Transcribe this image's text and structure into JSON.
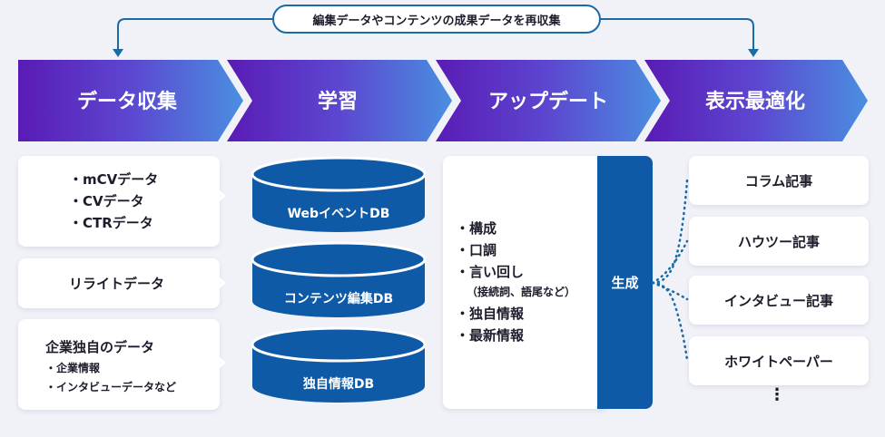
{
  "feedback_loop": {
    "label": "編集データやコンテンツの成果データを再収集"
  },
  "stages": [
    {
      "title": "データ収集"
    },
    {
      "title": "学習"
    },
    {
      "title": "アップデート"
    },
    {
      "title": "表示最適化"
    }
  ],
  "collection": {
    "card1": [
      "mCVデータ",
      "CVデータ",
      "CTRデータ"
    ],
    "card2": "リライトデータ",
    "card3": {
      "title": "企業独自のデータ",
      "items": [
        "企業情報",
        "インタビューデータなど"
      ]
    }
  },
  "databases": [
    "WebイベントDB",
    "コンテンツ編集DB",
    "独自情報DB"
  ],
  "update": {
    "items": [
      "構成",
      "口調",
      "言い回し"
    ],
    "note": "（接続詞、語尾など）",
    "items2": [
      "独自情報",
      "最新情報"
    ],
    "generate_label": "生成"
  },
  "outputs": [
    "コラム記事",
    "ハウツー記事",
    "インタビュー記事",
    "ホワイトペーパー"
  ],
  "outputs_more": "⋮",
  "colors": {
    "stage_start": "#5a1bb5",
    "stage_end": "#4a8fe0",
    "db_blue": "#0f5aa6",
    "loop_blue": "#1a6aa5",
    "background": "#f1f2f8"
  }
}
